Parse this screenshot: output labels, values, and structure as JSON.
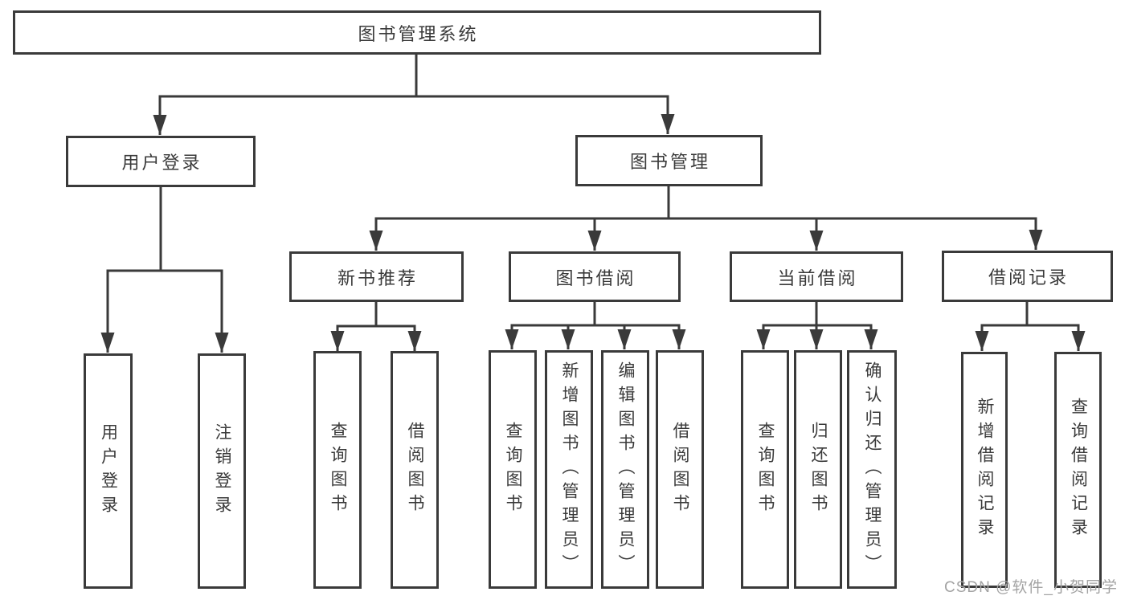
{
  "diagram": {
    "type": "functional-structure-tree",
    "title": "图书管理系统",
    "branches": [
      {
        "label": "用户登录",
        "children": [
          {
            "label": "用户登录"
          },
          {
            "label": "注销登录"
          }
        ]
      },
      {
        "label": "图书管理",
        "children": [
          {
            "label": "新书推荐",
            "children": [
              {
                "label": "查询图书"
              },
              {
                "label": "借阅图书"
              }
            ]
          },
          {
            "label": "图书借阅",
            "children": [
              {
                "label": "查询图书"
              },
              {
                "label": "新增图书（管理员）"
              },
              {
                "label": "编辑图书（管理员）"
              },
              {
                "label": "借阅图书"
              }
            ]
          },
          {
            "label": "当前借阅",
            "children": [
              {
                "label": "查询图书"
              },
              {
                "label": "归还图书"
              },
              {
                "label": "确认归还（管理员）"
              }
            ]
          },
          {
            "label": "借阅记录",
            "children": [
              {
                "label": "新增借阅记录"
              },
              {
                "label": "查询借阅记录"
              }
            ]
          }
        ]
      }
    ]
  },
  "watermark": {
    "text": "CSDN @软件_小贺同学",
    "color": "#a3a3a3"
  },
  "colors": {
    "line": "#3a3a3a",
    "text": "#3a3a3a",
    "background": "#ffffff"
  }
}
